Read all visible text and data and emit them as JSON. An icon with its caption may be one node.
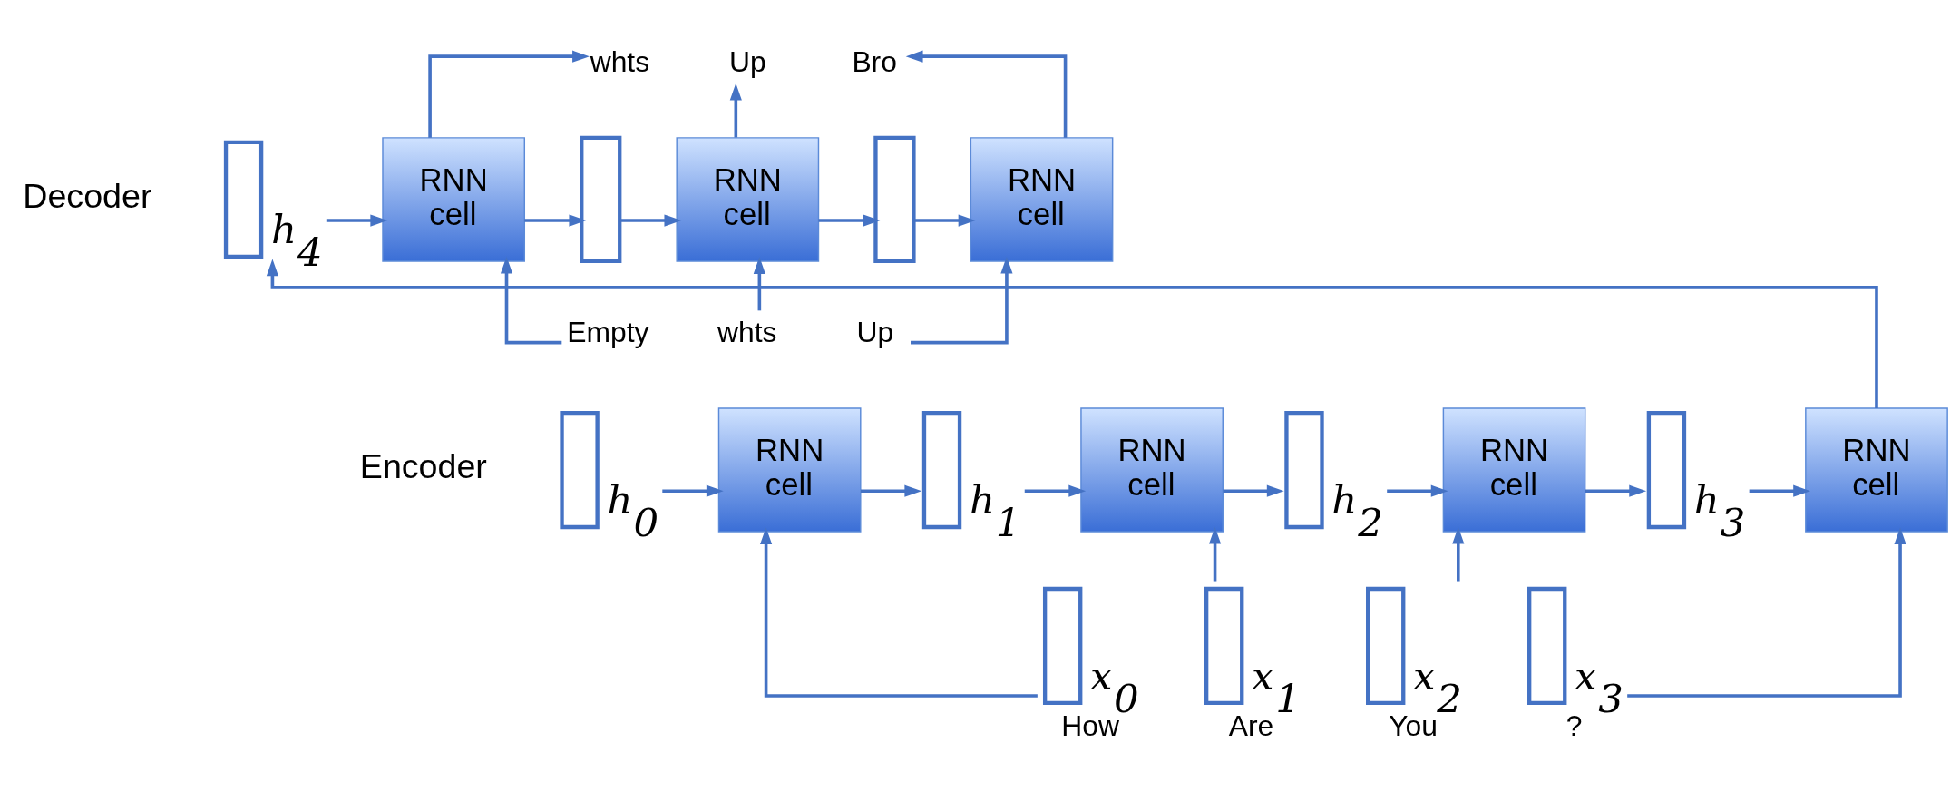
{
  "diagram": {
    "nodes": [
      {
        "text": [],
        "shape": "box",
        "beside": [
          "h$_{4}$"
        ]
      },
      {
        "text": [
          "RNN cell"
        ]
      },
      {
        "text": [],
        "shape": "box"
      },
      {
        "text": [
          "RNN cell"
        ]
      },
      {
        "text": [],
        "shape": "box"
      },
      {
        "text": [
          "RNN cell"
        ]
      },
      {
        "text": [
          "whts"
        ]
      },
      {
        "text": [
          "Up"
        ]
      },
      {
        "text": [
          "Bro"
        ]
      },
      {
        "text": [
          "Empty"
        ]
      },
      {
        "text": [
          "whts"
        ]
      },
      {
        "text": [
          "Up"
        ]
      },
      {
        "text": [],
        "shape": "box",
        "beside": [
          "h$_{0}$"
        ]
      },
      {
        "text": [
          "RNN cell"
        ]
      },
      {
        "text": [],
        "shape": "box",
        "beside": [
          "h$_{1}$"
        ]
      },
      {
        "text": [
          "RNN cell"
        ]
      },
      {
        "text": [],
        "shape": "box",
        "beside": [
          "h$_{2}$"
        ]
      },
      {
        "text": [
          "RNN cell"
        ]
      },
      {
        "text": [],
        "shape": "box",
        "beside": [
          "h$_{3}$"
        ]
      },
      {
        "text": [
          "RNN cell"
        ]
      },
      {
        "text": [],
        "shape": "box",
        "beside": [
          "x$_{0}$",
          "How"
        ]
      },
      {
        "text": [],
        "shape": "box",
        "beside": [
          "x$_{1}$",
          "Are"
        ]
      },
      {
        "text": [],
        "shape": "box",
        "beside": [
          "x$_{2}$",
          "You"
        ]
      },
      {
        "text": [],
        "shape": "box",
        "beside": [
          "x$_{3}$",
          "?"
        ]
      }
    ],
    "edges": [
      {
        "from": 19,
        "to": 0,
        "arrow": "to"
      },
      {
        "from": 0,
        "to": 1,
        "arrow": "to"
      },
      {
        "from": 1,
        "to": 2,
        "arrow": "to"
      },
      {
        "from": 2,
        "to": 3,
        "arrow": "to"
      },
      {
        "from": 3,
        "to": 4,
        "arrow": "to"
      },
      {
        "from": 4,
        "to": 5,
        "arrow": "to"
      },
      {
        "from": 1,
        "to": 6,
        "arrow": "to"
      },
      {
        "from": 3,
        "to": 7,
        "arrow": "to"
      },
      {
        "from": 5,
        "to": 8,
        "arrow": "to"
      },
      {
        "from": 9,
        "to": 1,
        "arrow": "to"
      },
      {
        "from": 10,
        "to": 3,
        "arrow": "to"
      },
      {
        "from": 11,
        "to": 5,
        "arrow": "to"
      },
      {
        "from": 12,
        "to": 13,
        "arrow": "to"
      },
      {
        "from": 13,
        "to": 14,
        "arrow": "to"
      },
      {
        "from": 14,
        "to": 15,
        "arrow": "to"
      },
      {
        "from": 15,
        "to": 16,
        "arrow": "to"
      },
      {
        "from": 16,
        "to": 17,
        "arrow": "to"
      },
      {
        "from": 17,
        "to": 18,
        "arrow": "to"
      },
      {
        "from": 18,
        "to": 19,
        "arrow": "to"
      },
      {
        "from": 20,
        "to": 13,
        "arrow": "to"
      },
      {
        "from": 21,
        "to": 15,
        "arrow": "to"
      },
      {
        "from": 22,
        "to": 17,
        "arrow": "to"
      },
      {
        "from": 23,
        "to": 19,
        "arrow": "to"
      }
    ],
    "labels": [
      "Decoder",
      "Encoder"
    ]
  }
}
